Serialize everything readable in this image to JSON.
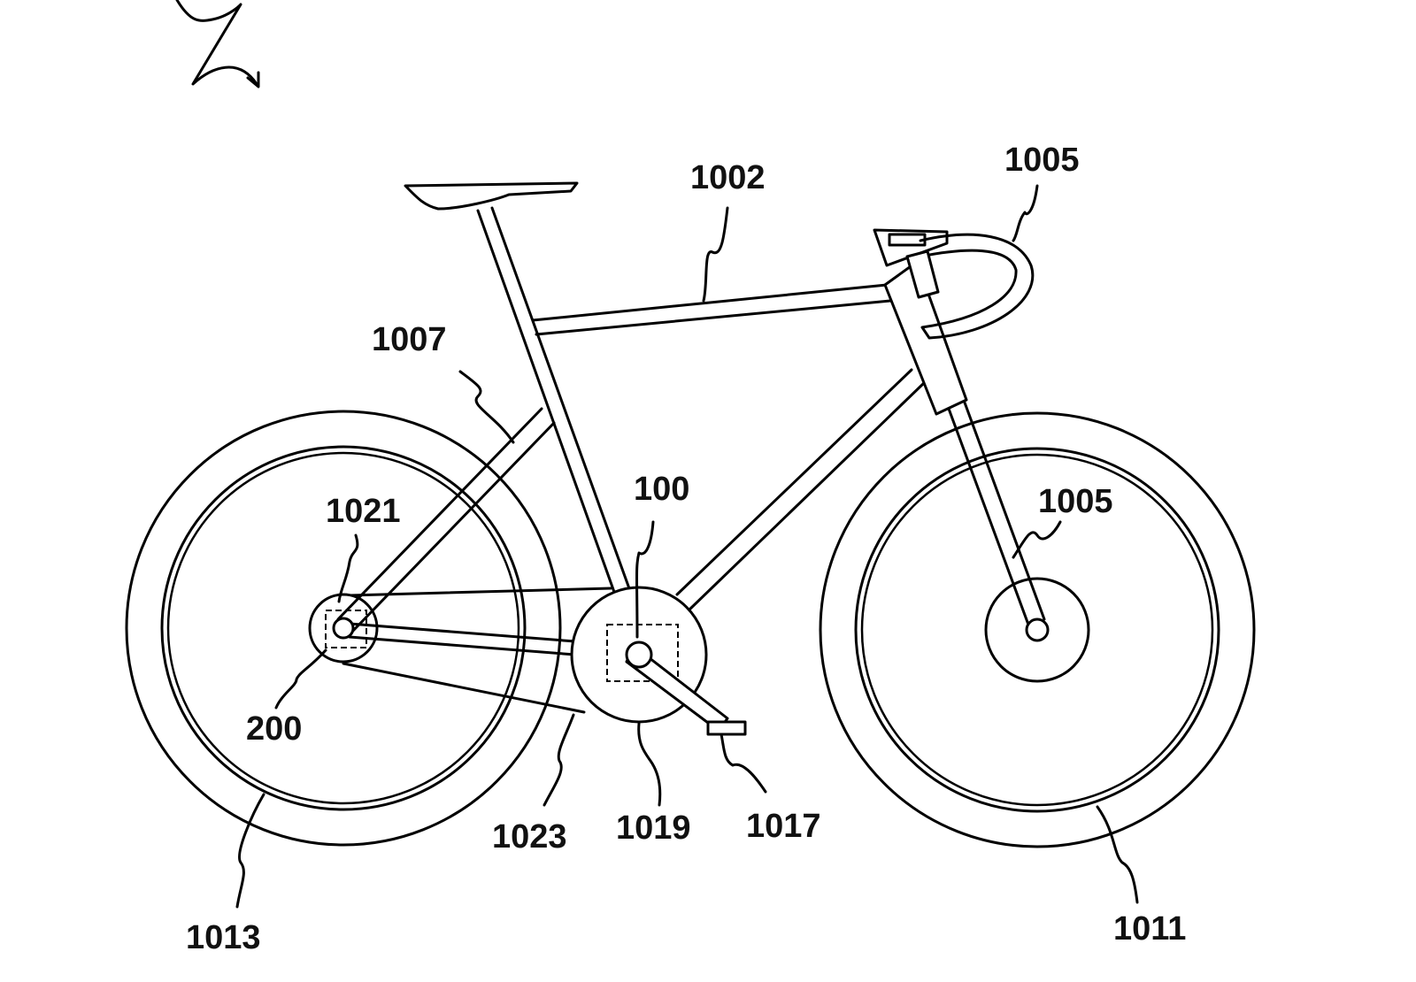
{
  "labels": {
    "frame": "1002",
    "handlebar": "1005",
    "front_fork": "1005",
    "seat_stay": "1007",
    "rear_hub": "1021",
    "drive_unit": "100",
    "rear_sensor": "200",
    "chain": "1023",
    "chainring": "1019",
    "pedal": "1017",
    "rear_wheel": "1013",
    "front_wheel": "1011"
  }
}
